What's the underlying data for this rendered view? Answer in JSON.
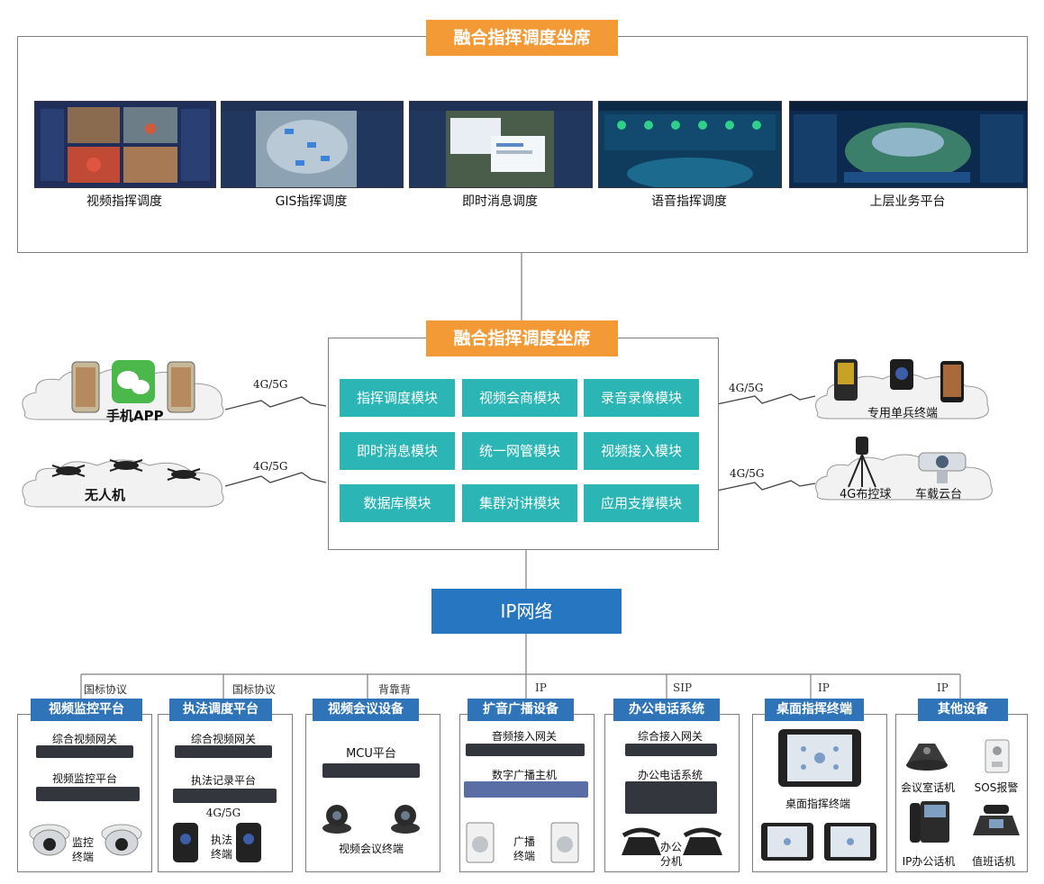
{
  "top_section": {
    "title": "融合指挥调度坐席",
    "screens": [
      {
        "label": "视频指挥调度",
        "theme": "video"
      },
      {
        "label": "GIS指挥调度",
        "theme": "gis"
      },
      {
        "label": "即时消息调度",
        "theme": "msg"
      },
      {
        "label": "语音指挥调度",
        "theme": "voice"
      },
      {
        "label": "上层业务平台",
        "theme": "biz"
      }
    ]
  },
  "middle_section": {
    "title": "融合指挥调度坐席",
    "modules": [
      "指挥调度模块",
      "视频会商模块",
      "录音录像模块",
      "即时消息模块",
      "统一网管模块",
      "视频接入模块",
      "数据库模块",
      "集群对讲模块",
      "应用支撑模块"
    ],
    "left_clouds": [
      {
        "label": "手机APP",
        "link": "4G/5G"
      },
      {
        "label": "无人机",
        "link": "4G/5G"
      }
    ],
    "right_clouds": [
      {
        "labels": [
          "专用单兵终端"
        ],
        "link": "4G/5G"
      },
      {
        "labels": [
          "4G布控球",
          "车载云台"
        ],
        "link": "4G/5G"
      }
    ]
  },
  "network": {
    "label": "IP网络"
  },
  "subsystems": [
    {
      "title": "视频监控平台",
      "protocol": "国标协议",
      "items": [
        "综合视频网关",
        "视频监控平台",
        "监控",
        "终端"
      ]
    },
    {
      "title": "执法调度平台",
      "protocol": "国标协议",
      "items": [
        "综合视频网关",
        "执法记录平台",
        "4G/5G",
        "执法",
        "终端"
      ]
    },
    {
      "title": "视频会议设备",
      "protocol": "背靠背",
      "items": [
        "MCU平台",
        "视频会议终端"
      ]
    },
    {
      "title": "扩音广播设备",
      "protocol": "IP",
      "items": [
        "音频接入网关",
        "数字广播主机",
        "广播",
        "终端"
      ]
    },
    {
      "title": "办公电话系统",
      "protocol": "SIP",
      "items": [
        "综合接入网关",
        "办公电话系统",
        "办公",
        "分机"
      ]
    },
    {
      "title": "桌面指挥终端",
      "protocol": "IP",
      "items": [
        "桌面指挥终端"
      ]
    },
    {
      "title": "其他设备",
      "protocol": "IP",
      "items": [
        "会议室话机",
        "SOS报警",
        "IP办公话机",
        "值班话机"
      ]
    }
  ],
  "colors": {
    "orange": "#f39a36",
    "teal": "#2cb5b5",
    "blue": "#2776c2",
    "sub_title_blue": "#2f74b9",
    "border": "#7f7f7f"
  }
}
